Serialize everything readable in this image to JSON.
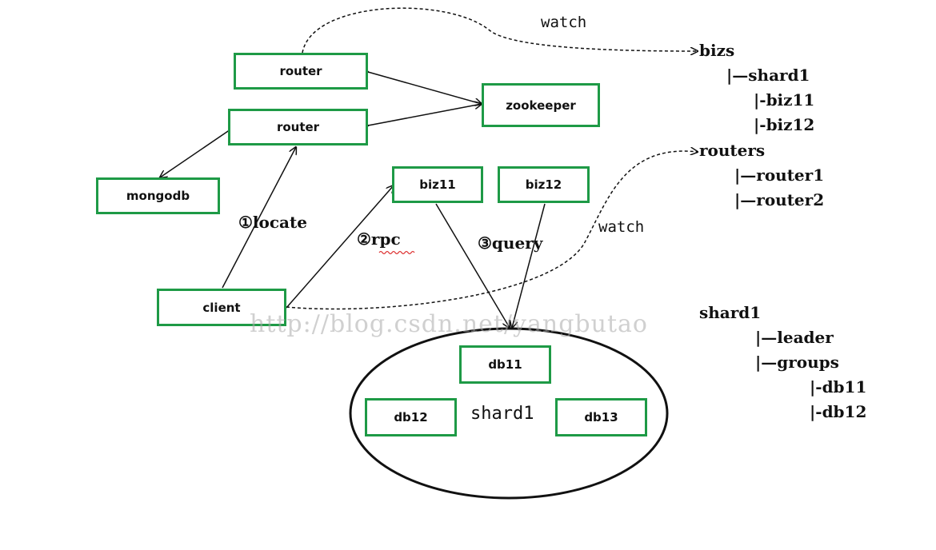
{
  "nodes": {
    "router_top": "router",
    "router_mid": "router",
    "zookeeper": "zookeeper",
    "mongodb": "mongodb",
    "biz11": "biz11",
    "biz12": "biz12",
    "client": "client",
    "db11": "db11",
    "db12": "db12",
    "db13": "db13"
  },
  "shard_label": "shard1",
  "edge_labels": {
    "locate": "①locate",
    "rpc": "②rpc",
    "query": "③query",
    "watch_top": "watch",
    "watch_mid": "watch"
  },
  "tree_bizs": {
    "root": "bizs",
    "shard": "|—shard1",
    "biz11": "|-biz11",
    "biz12": "|-biz12"
  },
  "tree_routers": {
    "root": "routers",
    "router1": "|—router1",
    "router2": "|—router2"
  },
  "tree_shard": {
    "root": "shard1",
    "leader": "|—leader",
    "groups": "|—groups",
    "db11": "|-db11",
    "db12": "|-db12"
  },
  "watermark": "http://blog.csdn.net/yangbutao",
  "colors": {
    "box_border": "#1e9a46",
    "line": "#111111"
  }
}
